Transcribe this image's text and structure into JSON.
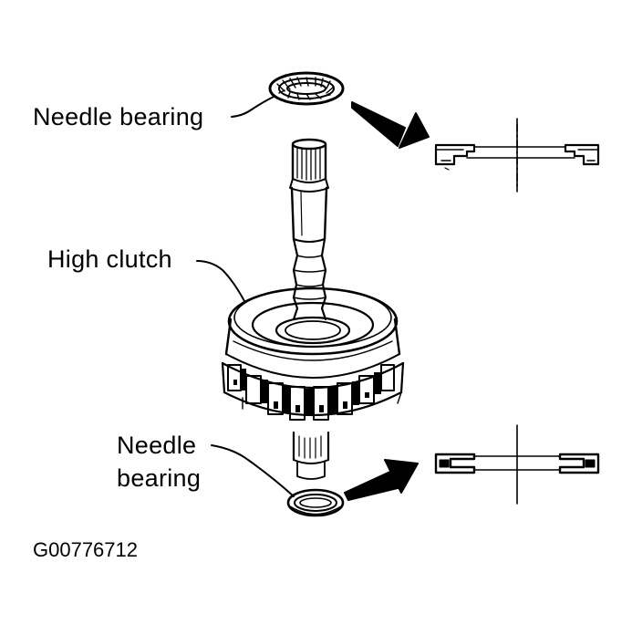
{
  "labels": {
    "needle_bearing_top": "Needle bearing",
    "high_clutch": "High clutch",
    "needle_bearing_bottom_line1": "Needle",
    "needle_bearing_bottom_line2": "bearing"
  },
  "figure_id": "G00776712",
  "colors": {
    "ink": "#000000",
    "paper": "#ffffff"
  }
}
